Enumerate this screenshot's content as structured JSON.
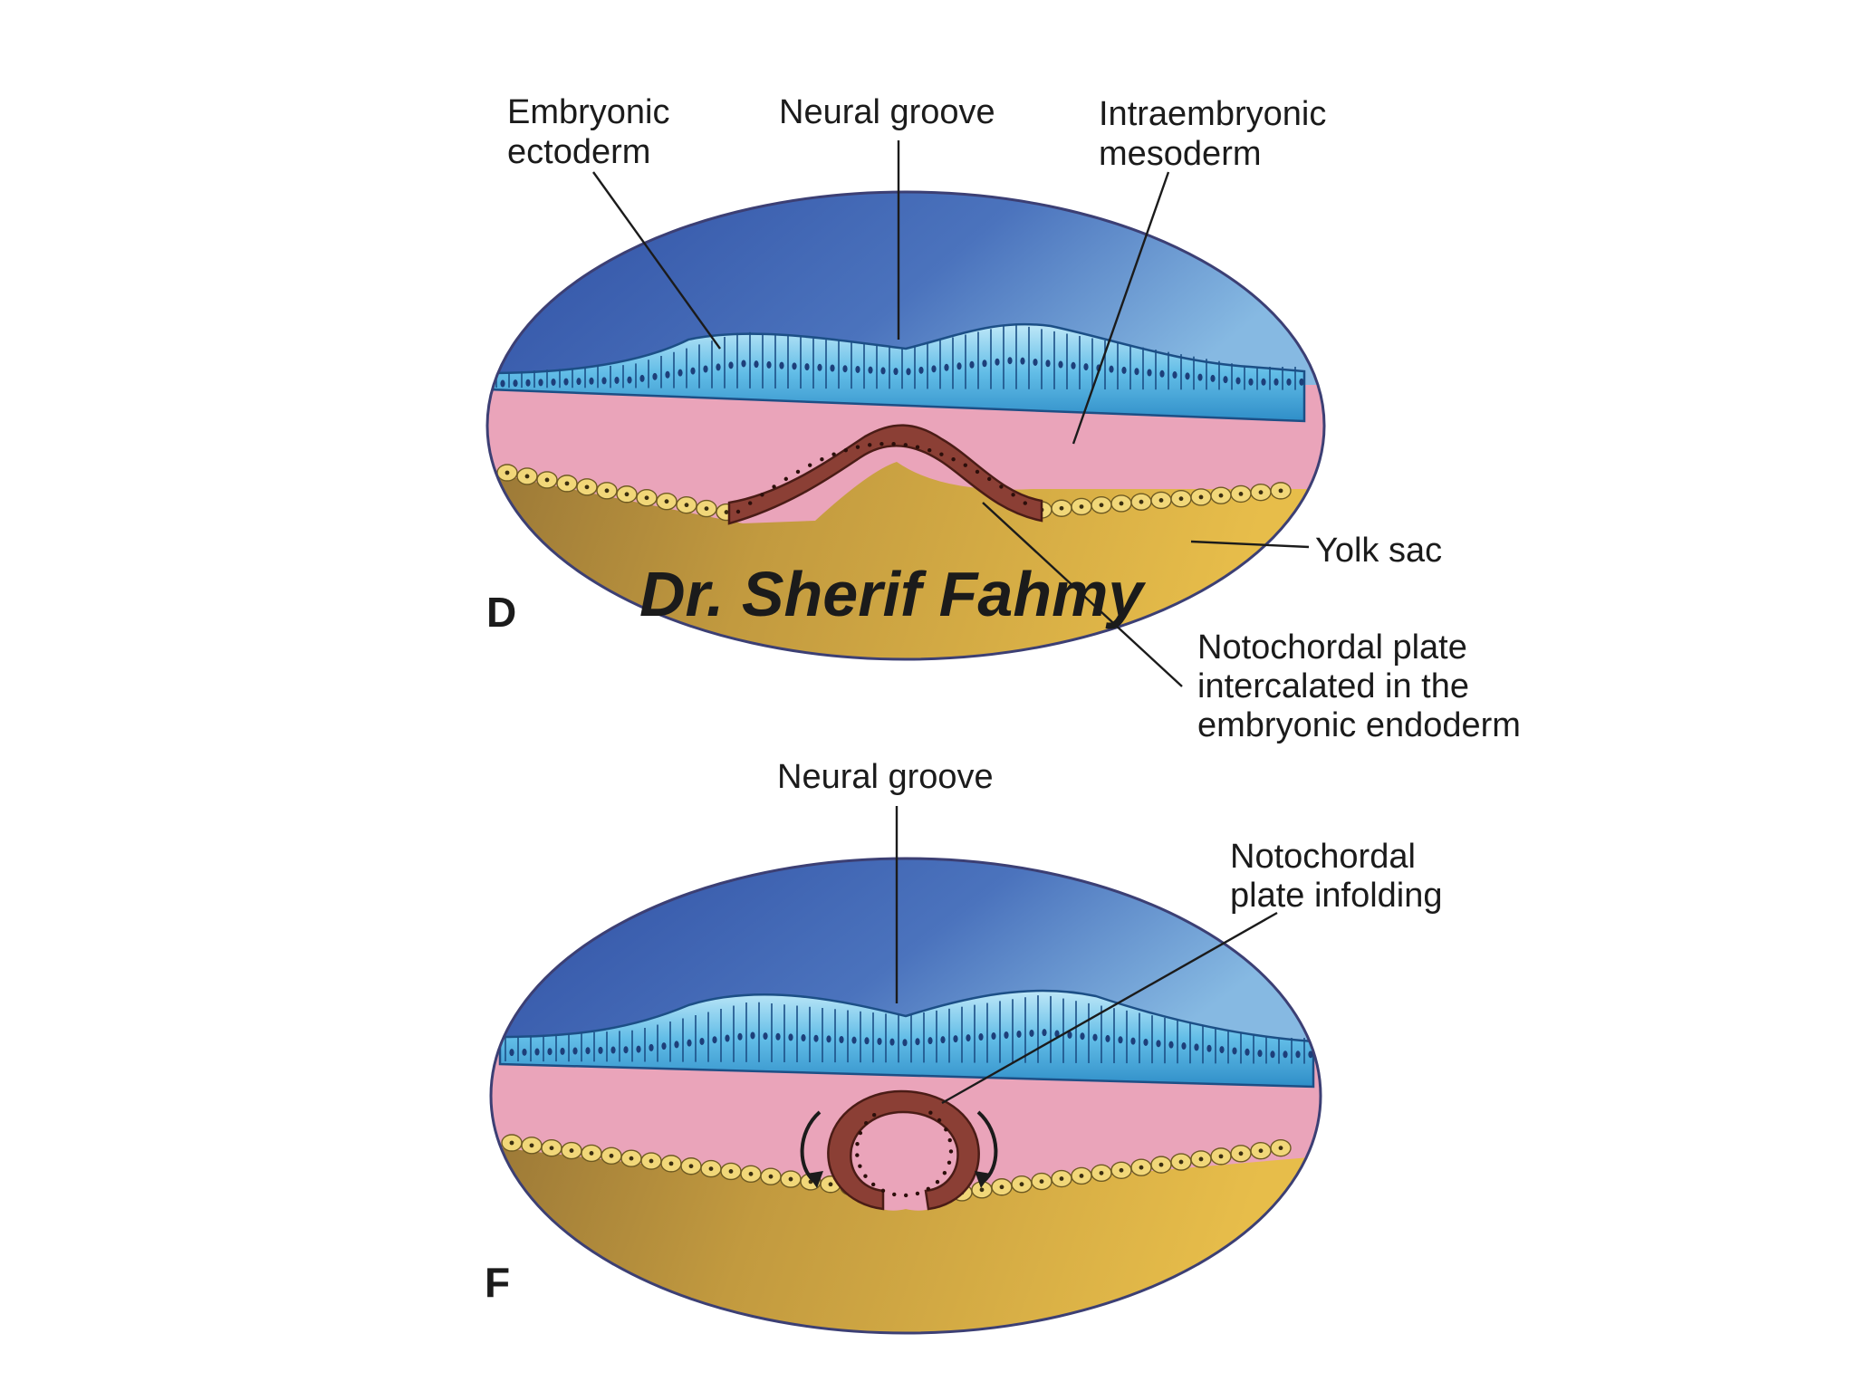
{
  "panel_d": {
    "letter": "D",
    "labels": {
      "embryonic_ectoderm": [
        "Embryonic",
        "ectoderm"
      ],
      "neural_groove": "Neural groove",
      "intraembryonic_mesoderm": [
        "Intraembryonic",
        "mesoderm"
      ],
      "yolk_sac": "Yolk sac",
      "notochordal_plate": [
        "Notochordal plate",
        "intercalated in the",
        "embryonic endoderm"
      ]
    }
  },
  "panel_f": {
    "letter": "F",
    "labels": {
      "neural_groove": "Neural groove",
      "notochordal_infolding": [
        "Notochordal",
        "plate infolding"
      ]
    }
  },
  "watermark": "Dr. Sherif Fahmy",
  "colors": {
    "amnion_blue": "#3f64b0",
    "ectoderm_blue": "#6fc6ea",
    "mesoderm_pink": "#eba5bb",
    "yolk_gold": "#c39a3c",
    "endoderm_cells": "#f1d779",
    "notochord_brown": "#8a3f33",
    "watermark_red": "#c4001a"
  }
}
